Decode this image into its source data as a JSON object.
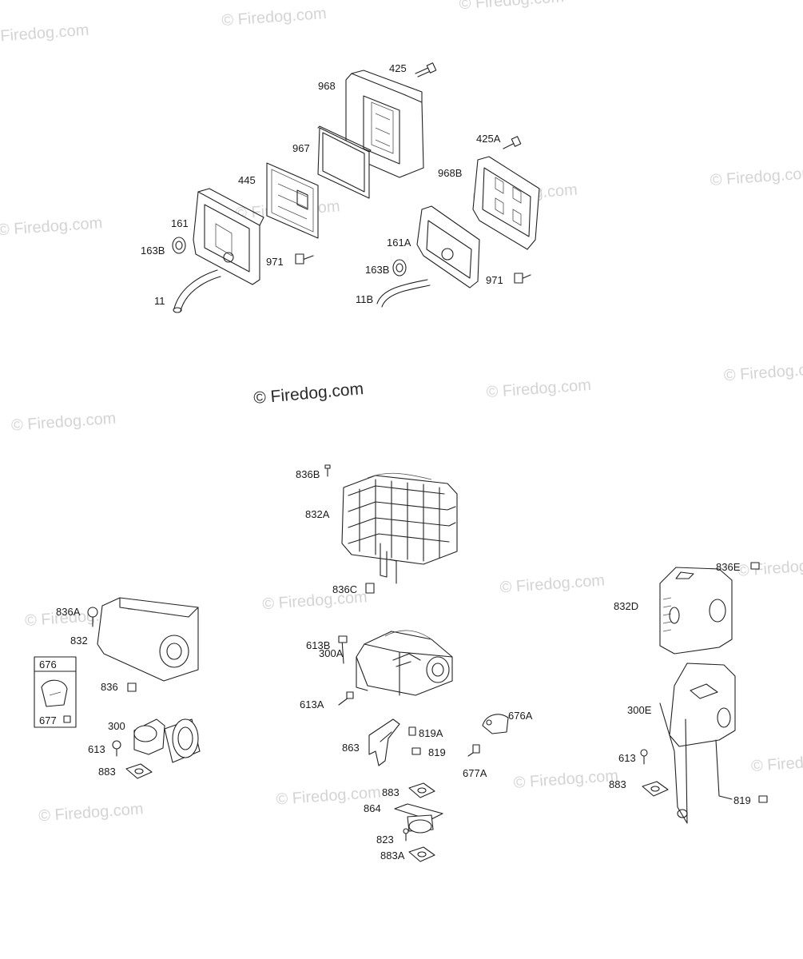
{
  "watermark": {
    "text": "© Firedog.com",
    "center_text": "© Firedog.com"
  },
  "labels": {
    "p425": "425",
    "p968": "968",
    "p967": "967",
    "p445": "445",
    "p161": "161",
    "p163B": "163B",
    "p971": "971",
    "p11": "11",
    "p425A": "425A",
    "p968B": "968B",
    "p161A": "161A",
    "p163B_2": "163B",
    "p971_2": "971",
    "p11B": "11B",
    "p836B": "836B",
    "p832A": "832A",
    "p836C": "836C",
    "p836A": "836A",
    "p832": "832",
    "p676": "676",
    "p677": "677",
    "p836": "836",
    "p300": "300",
    "p613": "613",
    "p883": "883",
    "p613B": "613B",
    "p300A": "300A",
    "p613A": "613A",
    "p863": "863",
    "p819A": "819A",
    "p819": "819",
    "p883_2": "883",
    "p864": "864",
    "p823": "823",
    "p883A": "883A",
    "p676A": "676A",
    "p677A": "677A",
    "p836E": "836E",
    "p832D": "832D",
    "p300E": "300E",
    "p613_2": "613",
    "p883_3": "883",
    "p819_2": "819"
  }
}
